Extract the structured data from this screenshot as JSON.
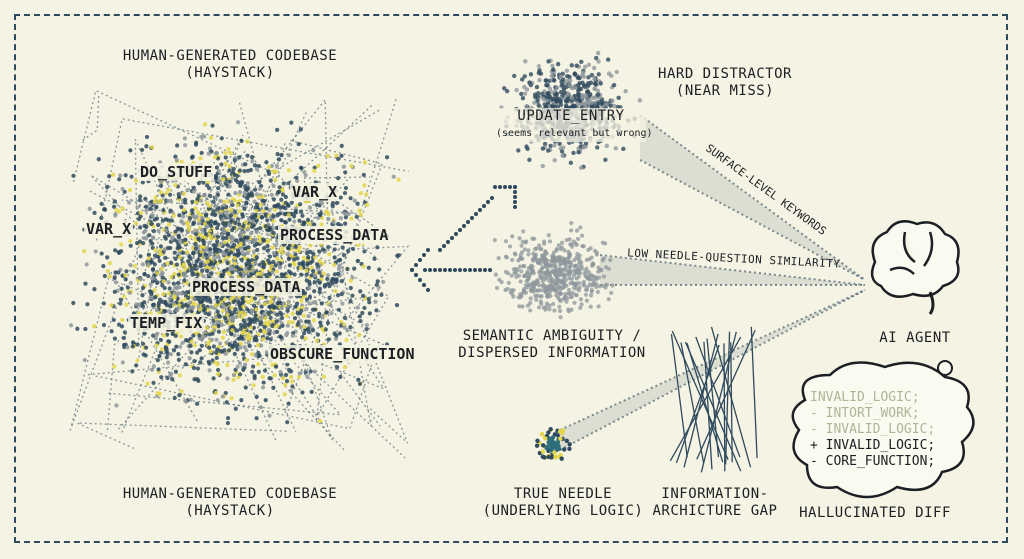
{
  "haystack": {
    "title_top": [
      "HUMAN-GENERATED CODEBASE",
      "(HAYSTACK)"
    ],
    "title_bottom": [
      "HUMAN-GENERATED CODEBASE",
      "(HAYSTACK)"
    ],
    "identifiers": [
      "DO_STUFF",
      "VAR_X",
      "VAR_X",
      "PROCESS_DATA",
      "PROCESS_DATA",
      "TEMP_FIX",
      "OBSCURE_FUNCTION"
    ]
  },
  "distractor": {
    "title": [
      "HARD DISTRACTOR",
      "(NEAR MISS)"
    ],
    "name": "UPDATE_ENTRY",
    "note": "(seems relevant but wrong)"
  },
  "beams": {
    "surface": "SURFACE-LEVEL KEYWORDS",
    "low_similarity": "LOW NEEDLE-QUESTION SIMILARITY"
  },
  "ambiguity": [
    "SEMANTIC AMBIGUITY /",
    "DISPERSED INFORMATION"
  ],
  "needle": [
    "TRUE NEEDLE",
    "(UNDERLYING LOGIC)"
  ],
  "gap": [
    "INFORMATION-",
    "ARCHICTURE GAP"
  ],
  "agent": {
    "label": "AI AGENT"
  },
  "diff": {
    "lines": [
      "INVALID_LOGIC;",
      "- INTORT_WORK;",
      "- INVALID_LOGIC;",
      "+ INVALID_LOGIC;",
      "- CORE_FUNCTION;"
    ],
    "caption": "HALLUCINATED DIFF"
  },
  "colors": {
    "background": "#f5f3e3",
    "navy": "#2f4a5e",
    "yellow": "#e3d64a",
    "gray": "#8e979c"
  }
}
